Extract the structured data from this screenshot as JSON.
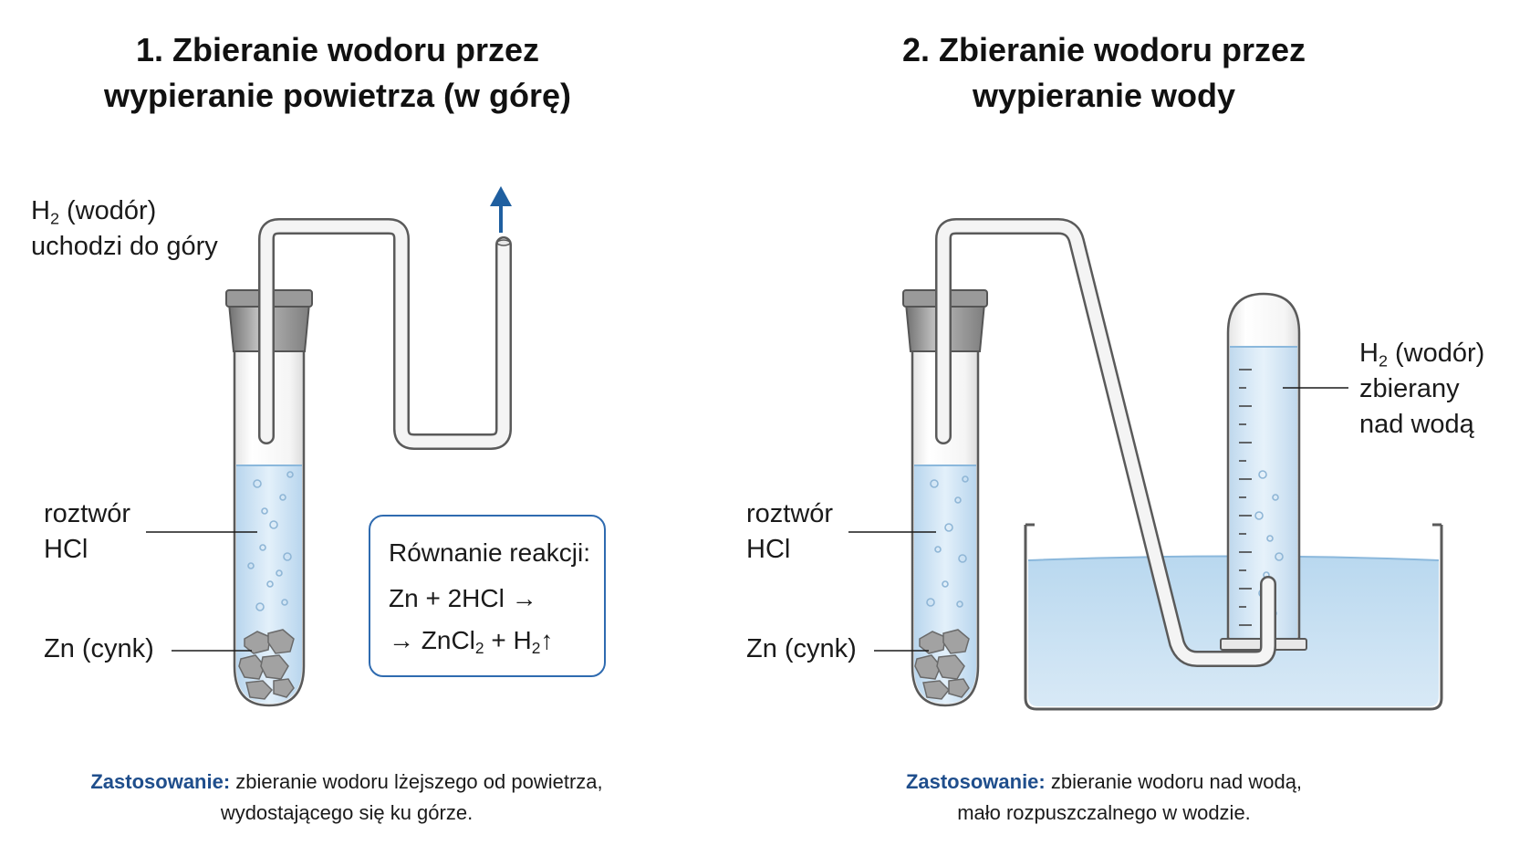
{
  "panel1": {
    "title_line1": "1. Zbieranie wodoru przez",
    "title_line2": "wypieranie powietrza (w górę)",
    "h2_label_prefix": "H",
    "h2_label_sub": "2",
    "h2_label_suffix": " (wodór)",
    "h2_label_line2": "uchodzi do góry",
    "solution_line1": "roztwór",
    "solution_line2": "HCl",
    "zinc_label": "Zn (cynk)",
    "equation_title": "Równanie reakcji:",
    "equation_line1": "Zn + 2HCl →",
    "equation_line2_a": "→ ZnCl",
    "equation_line2_sub1": "2",
    "equation_line2_b": " + H",
    "equation_line2_sub2": "2",
    "equation_line2_c": "↑",
    "usage_label": "Zastosowanie:",
    "usage_line1": " zbieranie wodoru lżejszego od powietrza,",
    "usage_line2": "wydostającego się ku górze."
  },
  "panel2": {
    "title_line1": "2. Zbieranie wodoru przez",
    "title_line2": "wypieranie wody",
    "h2_label_prefix": "H",
    "h2_label_sub": "2",
    "h2_label_suffix": " (wodór)",
    "h2_label_line2": "zbierany",
    "h2_label_line3": "nad wodą",
    "solution_line1": "roztwór",
    "solution_line2": "HCl",
    "zinc_label": "Zn (cynk)",
    "usage_label": "Zastosowanie:",
    "usage_line1": " zbieranie wodoru nad wodą,",
    "usage_line2": "mało rozpuszczalnego w wodzie."
  },
  "colors": {
    "accent_blue": "#1f4e8c",
    "arrow_blue": "#1f5fa0",
    "box_border": "#2f6bb0",
    "liquid": "#cfe3f3",
    "glass_stroke": "#555555",
    "stopper": "#8a8a8a",
    "zinc": "#9a9a9a"
  },
  "icons": {
    "upward_arrow": "arrow-up-icon"
  }
}
